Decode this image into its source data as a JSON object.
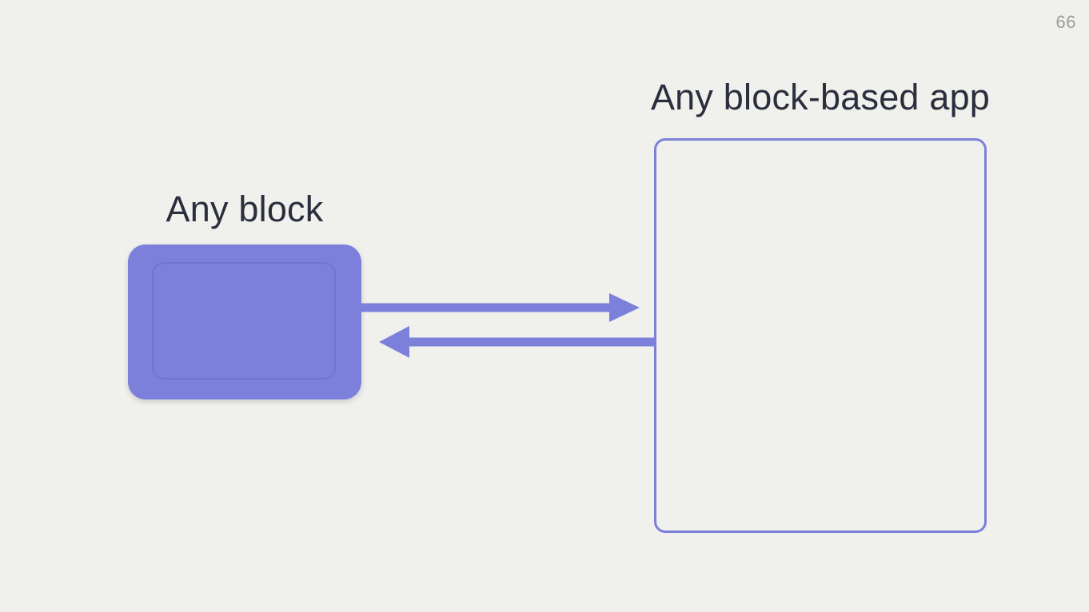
{
  "page": {
    "number": "66"
  },
  "diagram": {
    "block": {
      "label": "Any block",
      "shape": "filled-rounded-rectangle"
    },
    "app": {
      "label": "Any block-based app",
      "shape": "outlined-rounded-rectangle"
    },
    "arrows": [
      {
        "name": "block-to-app",
        "direction": "right"
      },
      {
        "name": "app-to-block",
        "direction": "left"
      }
    ]
  },
  "colors": {
    "background": "#f0f1ec",
    "accent": "#7d80da",
    "text": "#2b2e3d",
    "page_number": "#9d9d9b"
  }
}
